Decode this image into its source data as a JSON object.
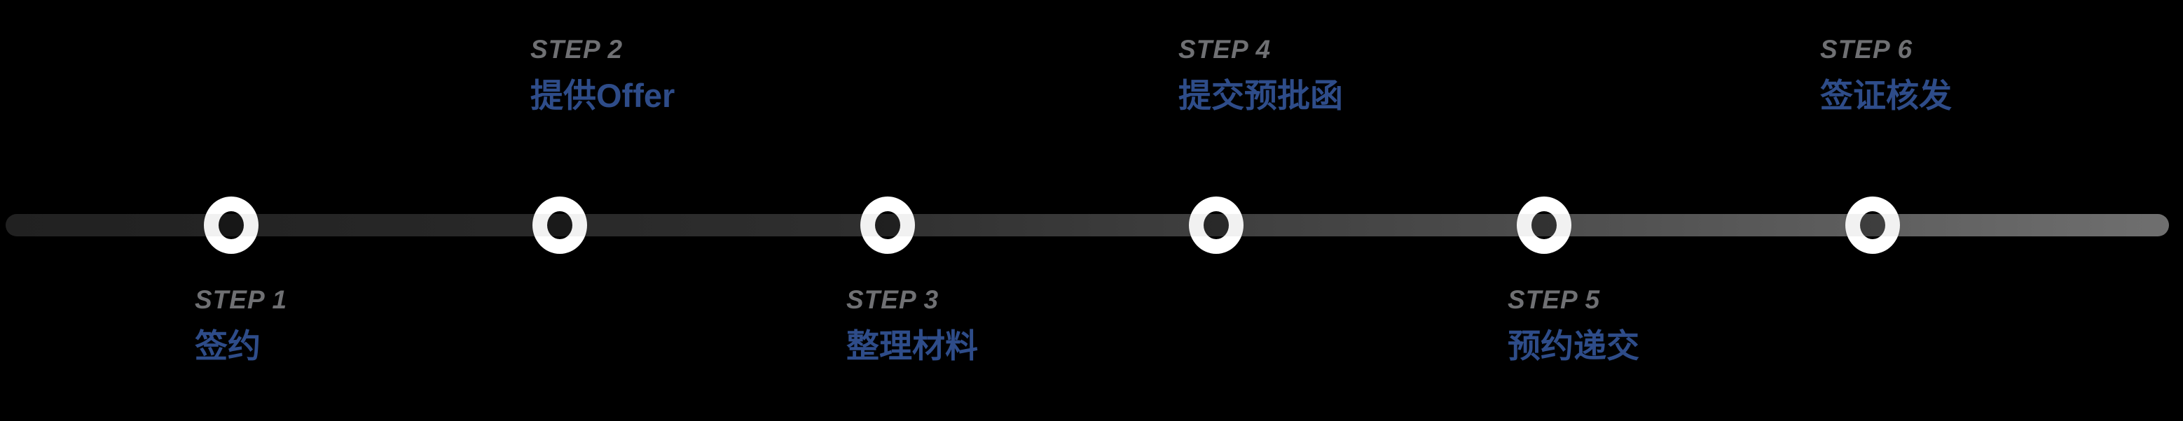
{
  "page": {
    "background_color": "#000000"
  },
  "timeline": {
    "line": {
      "gradient_start_color": "#212121",
      "gradient_end_color": "#6f6f6f"
    },
    "node": {
      "ring_color": "#ffffff"
    },
    "label_colors": {
      "step_tag": "#6f7073",
      "title": "#2e4c89"
    },
    "steps": [
      {
        "step_label": "STEP 1",
        "title": "签约",
        "label_position": "below"
      },
      {
        "step_label": "STEP 2",
        "title": "提供Offer",
        "label_position": "above"
      },
      {
        "step_label": "STEP 3",
        "title": "整理材料",
        "label_position": "below"
      },
      {
        "step_label": "STEP 4",
        "title": "提交预批函",
        "label_position": "above"
      },
      {
        "step_label": "STEP 5",
        "title": "预约递交",
        "label_position": "below"
      },
      {
        "step_label": "STEP 6",
        "title": "签证核发",
        "label_position": "above"
      }
    ]
  }
}
